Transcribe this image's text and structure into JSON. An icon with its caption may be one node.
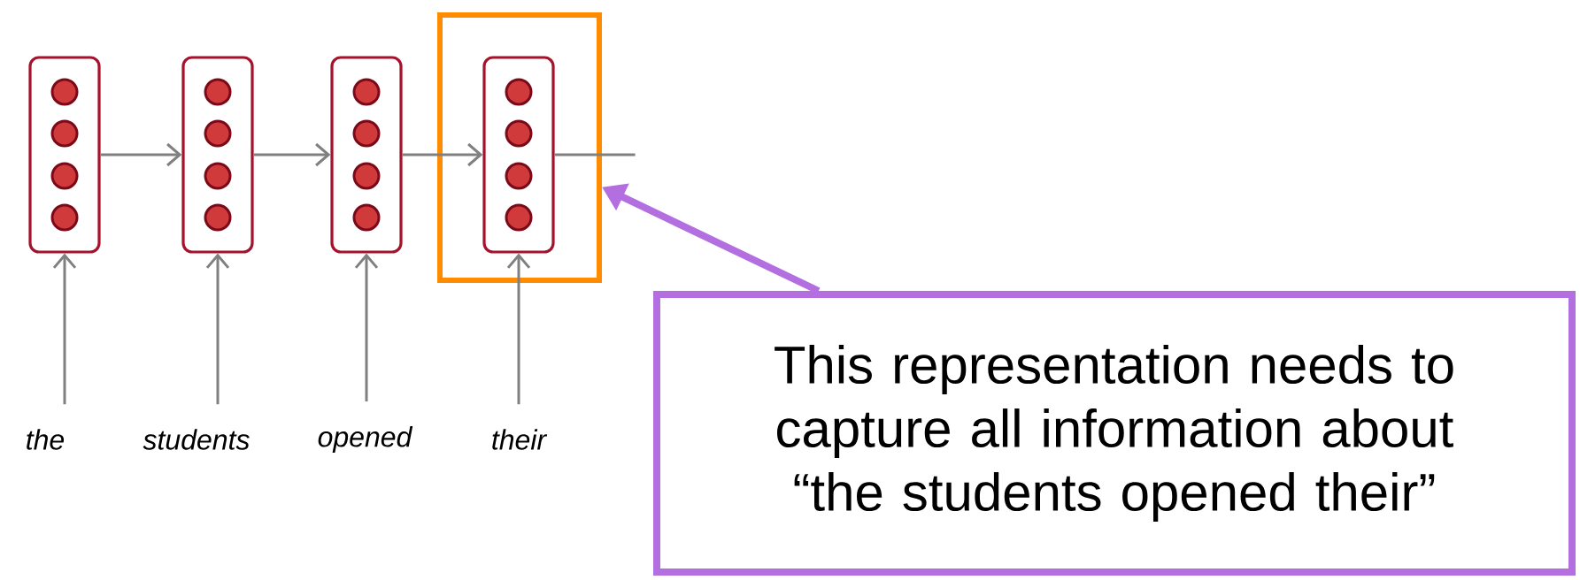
{
  "diagram": {
    "nodes": [
      {
        "text": [],
        "shape": "box"
      },
      {
        "text": [],
        "shape": "box"
      },
      {
        "text": [],
        "shape": "box"
      },
      {
        "text": [],
        "shape": "box"
      },
      {
        "text": [],
        "shape": "box",
        "in": 3
      },
      {
        "text": [
          "the"
        ]
      },
      {
        "text": [
          "students"
        ]
      },
      {
        "text": [
          "opened"
        ]
      },
      {
        "text": [
          "their"
        ]
      },
      {
        "text": [
          "This representation needs to capture all information about “the students opened their”"
        ]
      }
    ],
    "edges": [
      {
        "from": 0,
        "to": 1,
        "arrow": "to"
      },
      {
        "from": 1,
        "to": 2,
        "arrow": "to"
      },
      {
        "from": 2,
        "to": 4,
        "arrow": "to"
      },
      {
        "from": 4,
        "to": null,
        "arrow": "none"
      },
      {
        "from": 5,
        "to": 0,
        "arrow": "to"
      },
      {
        "from": 6,
        "to": 1,
        "arrow": "to"
      },
      {
        "from": 7,
        "to": 2,
        "arrow": "to"
      },
      {
        "from": 8,
        "to": 4,
        "arrow": "to"
      },
      {
        "from": 9,
        "to": 3,
        "arrow": "to",
        "style": "thick",
        "color": "#b36ee0"
      }
    ]
  }
}
